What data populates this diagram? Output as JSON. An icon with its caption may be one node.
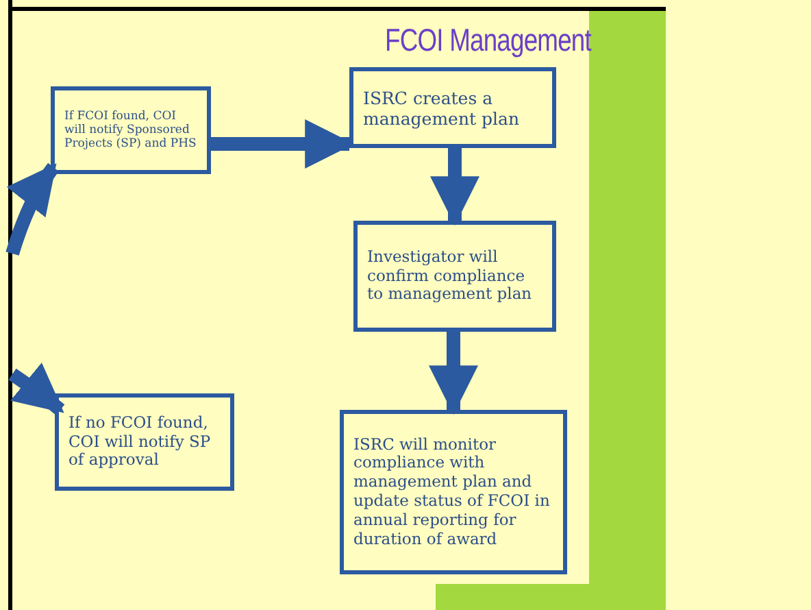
{
  "diagram": {
    "title": "FCOI Management",
    "nodes": [
      {
        "text": [
          "If FCOI found, COI will notify Sponsored Projects (SP) and PHS"
        ]
      },
      {
        "text": [
          "ISRC creates a management plan"
        ]
      },
      {
        "text": [
          "Investigator will confirm compliance to management plan"
        ]
      },
      {
        "text": [
          "If no FCOI found, COI will notify SP of approval"
        ]
      },
      {
        "text": [
          "ISRC will monitor compliance with management plan and update status of FCOI in annual reporting for duration of award"
        ]
      }
    ],
    "edges": [
      {
        "from": null,
        "to": 0,
        "arrow": "to"
      },
      {
        "from": 0,
        "to": 1,
        "arrow": "to"
      },
      {
        "from": 1,
        "to": 2,
        "arrow": "to"
      },
      {
        "from": null,
        "to": 3,
        "arrow": "to"
      },
      {
        "from": 2,
        "to": 4,
        "arrow": "to"
      }
    ]
  }
}
